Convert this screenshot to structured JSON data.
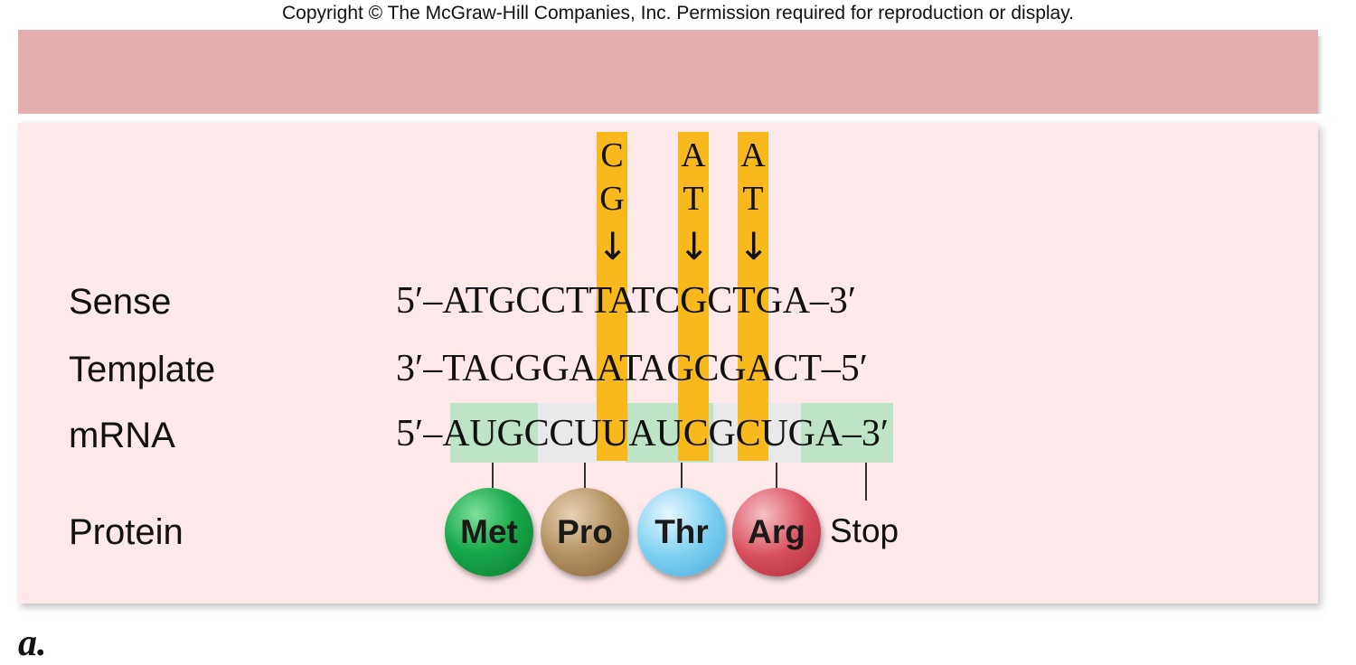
{
  "copyright": "Copyright © The McGraw-Hill Companies, Inc. Permission required for reproduction or display.",
  "rows": {
    "sense": {
      "label": "Sense",
      "prefix": "5′–",
      "bases": "ATGCCTTATCGCTGA",
      "suffix": "–3′"
    },
    "template": {
      "label": "Template",
      "prefix": "3′–",
      "bases": "TACGGAATAGCGACT",
      "suffix": "–5′"
    },
    "mrna": {
      "label": "mRNA",
      "prefix": "5′–",
      "bases": "AUGCCUUAUCGCUGA",
      "suffix": "–3′"
    },
    "protein": {
      "label": "Protein"
    }
  },
  "mutations": [
    {
      "top": "C",
      "bottom": "G",
      "arrow": "↓"
    },
    {
      "top": "A",
      "bottom": "T",
      "arrow": "↓"
    },
    {
      "top": "A",
      "bottom": "T",
      "arrow": "↓"
    }
  ],
  "amino_acids": [
    {
      "name": "Met",
      "color": "#17a94a"
    },
    {
      "name": "Pro",
      "color": "#b28f5e"
    },
    {
      "name": "Thr",
      "color": "#7ed0f2"
    },
    {
      "name": "Arg",
      "color": "#d9505f"
    }
  ],
  "stop_label": "Stop",
  "codon_colors": {
    "green": "#bfe3c6",
    "gray": "#e9e9ec"
  },
  "highlight_color": "#f8b91c",
  "part_label": "a."
}
